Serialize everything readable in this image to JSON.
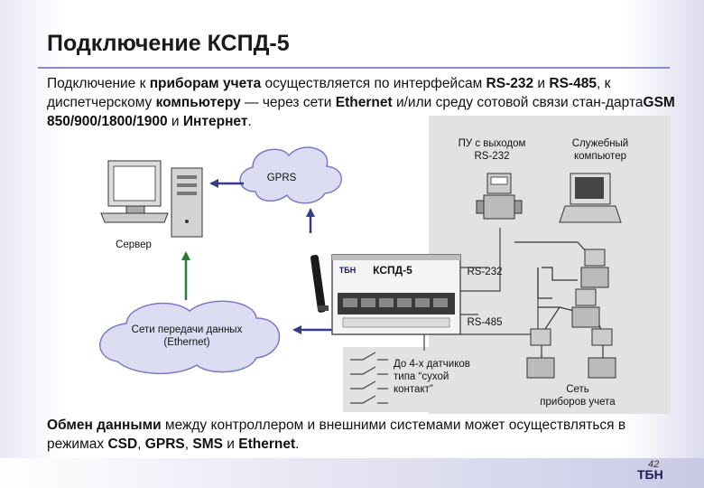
{
  "title": "Подключение КСПД-5",
  "intro": {
    "p1": "Подключение к ",
    "b1": "приборам учета",
    "p2": " осуществляется по интерфейсам ",
    "b2": "RS-232",
    "p3": " и ",
    "b3": "RS-485",
    "p4": ", к диспетчерскому ",
    "b4": "компьютеру",
    "p5": " — через сети ",
    "b5": "Ethernet",
    "p6": "  и/или среду сотовой связи стан-дарта",
    "b6": "GSM 850/900/1800/1900",
    "p7": " и ",
    "b7": "Интернет",
    "p8": "."
  },
  "diagram": {
    "gprs": "GPRS",
    "server": "Сервер",
    "ethernet_line1": "Сети передачи данных",
    "ethernet_line2": "(Ethernet)",
    "device_title": "КСПД-5",
    "device_brand": "ТБН",
    "rs232": "RS-232",
    "rs485": "RS-485",
    "meter_rs232_line1": "ПУ с выходом",
    "meter_rs232_line2": "RS-232",
    "service_pc_line1": "Служебный",
    "service_pc_line2": "компьютер",
    "sensors_line1": "До 4-х датчиков",
    "sensors_line2": "типа “сухой",
    "sensors_line3": "контакт”",
    "network_line1": "Сеть",
    "network_line2": "приборов учета"
  },
  "footer": {
    "b1": "Обмен данными",
    "p1": " между контроллером и внешними системами может осуществляться в режимах ",
    "b2": "CSD",
    "p2": ", ",
    "b3": "GPRS",
    "p3": ", ",
    "b4": "SMS",
    "p4": " и ",
    "b5": "Ethernet",
    "p5": "."
  },
  "page_number": "42",
  "logo_text": "ТБН",
  "colors": {
    "accent": "#8a8ac4",
    "arrow": "#3a3a8a",
    "green_arrow": "#2a7a3a"
  }
}
